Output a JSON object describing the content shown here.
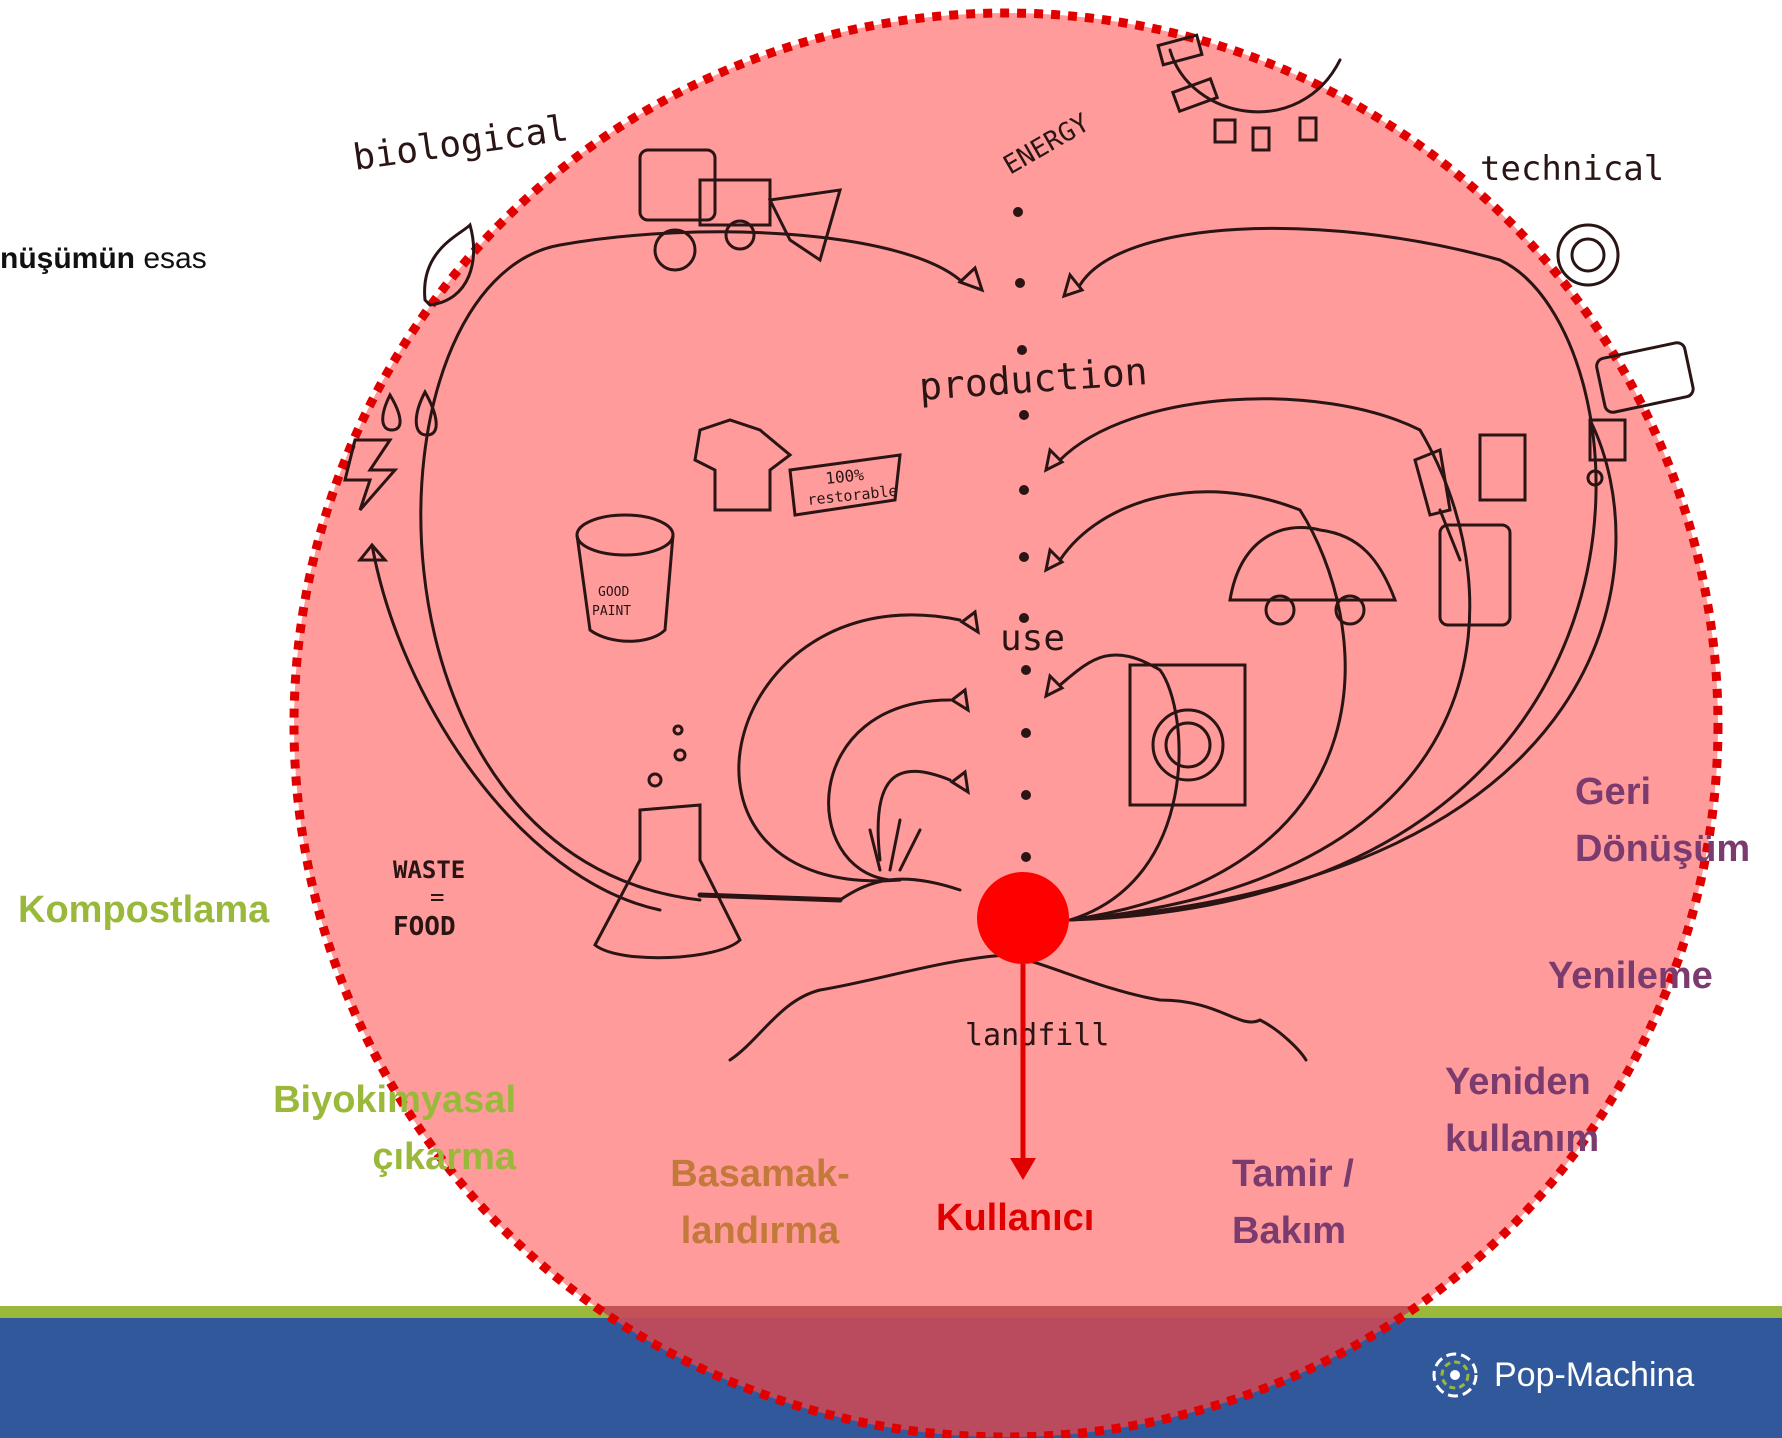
{
  "slide": {
    "partial_text_bold": "nüşümün",
    "partial_text_rest": " esas"
  },
  "sketch": {
    "biological": "biological",
    "technical": "technical",
    "energy": "ENERGY",
    "production": "production",
    "use": "use",
    "landfill": "landfill",
    "waste_food_line1": "WASTE",
    "waste_food_line2": "=",
    "waste_food_line3": "FOOD",
    "tag_line1": "100%",
    "tag_line2": "restorable",
    "paint_line1": "GOOD",
    "paint_line2": "PAINT"
  },
  "labels": {
    "kompostlama": "Kompostlama",
    "biyokimyasal": "Biyokimyasal\nçıkarma",
    "basamaklandirma": "Basamak-\nlandırma",
    "kullanici": "Kullanıcı",
    "tamir": "Tamir /\nBakım",
    "yeniden": "Yeniden\nkullanım",
    "yenileme": "Yenileme",
    "geri_donusum": "Geri\nDönüşüm"
  },
  "footer": {
    "brand": "Pop-Machina"
  },
  "colors": {
    "circle_fill": "#ff9a9a",
    "circle_border": "#e10000",
    "footer_bar": "#32589c",
    "footer_line": "#9ab93b",
    "green_label": "#9ab93b",
    "purple_label": "#7b3b6f",
    "orange_label": "#c3793a",
    "red_label": "#e10000"
  }
}
